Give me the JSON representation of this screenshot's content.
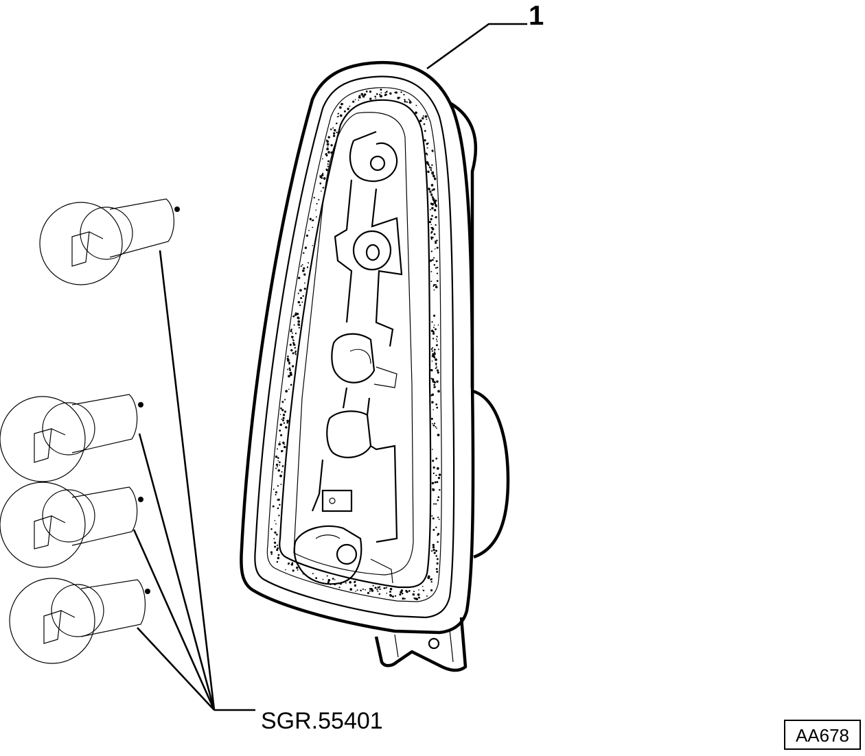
{
  "diagram": {
    "callout_number": "1",
    "bulb_part_number": "SGR.55401",
    "figure_code": "AA678"
  }
}
